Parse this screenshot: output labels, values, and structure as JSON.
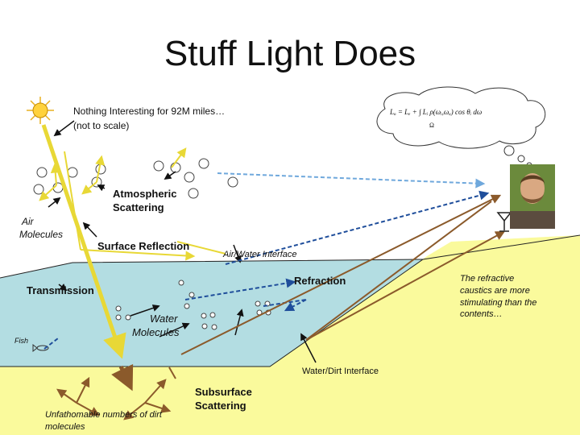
{
  "title": "Stuff Light Does",
  "sun_note": {
    "line1": "Nothing Interesting for 92M miles…",
    "line2": "(not to scale)"
  },
  "labels": {
    "atmospheric_scattering": [
      "Atmospheric",
      "Scattering"
    ],
    "air_molecules": [
      "Air",
      "Molecules"
    ],
    "surface_reflection": "Surface Reflection",
    "air_water_interface": "Air/Water Interface",
    "refraction": "Refraction",
    "transmission": "Transmission",
    "water_molecules": [
      "Water",
      "Molecules"
    ],
    "fish": "Fish",
    "water_dirt_interface": "Water/Dirt Interface",
    "subsurface_scattering": [
      "Subsurface",
      "Scattering"
    ],
    "dirt_molecules": [
      "Unfathomable numbers of dirt",
      "molecules"
    ],
    "caustics": [
      "The refractive",
      "caustics are more",
      "stimulating than the",
      "contents…"
    ]
  },
  "thought_bubble": {
    "equation": "Lₒ = Lₑ + ∫ Lᵢ ρ(ωᵢ,ωₒ) cos θᵢ dω",
    "domain_symbol": "Ω"
  },
  "colors": {
    "light_yellow": "#e8d836",
    "water": "#b3dde2",
    "dirt": "#fafa9c",
    "sky_arrow": "#6fa8dc",
    "blue_arrow": "#1f4e9b",
    "brown_arrow": "#8b5a2b",
    "molecule": "#555555"
  }
}
